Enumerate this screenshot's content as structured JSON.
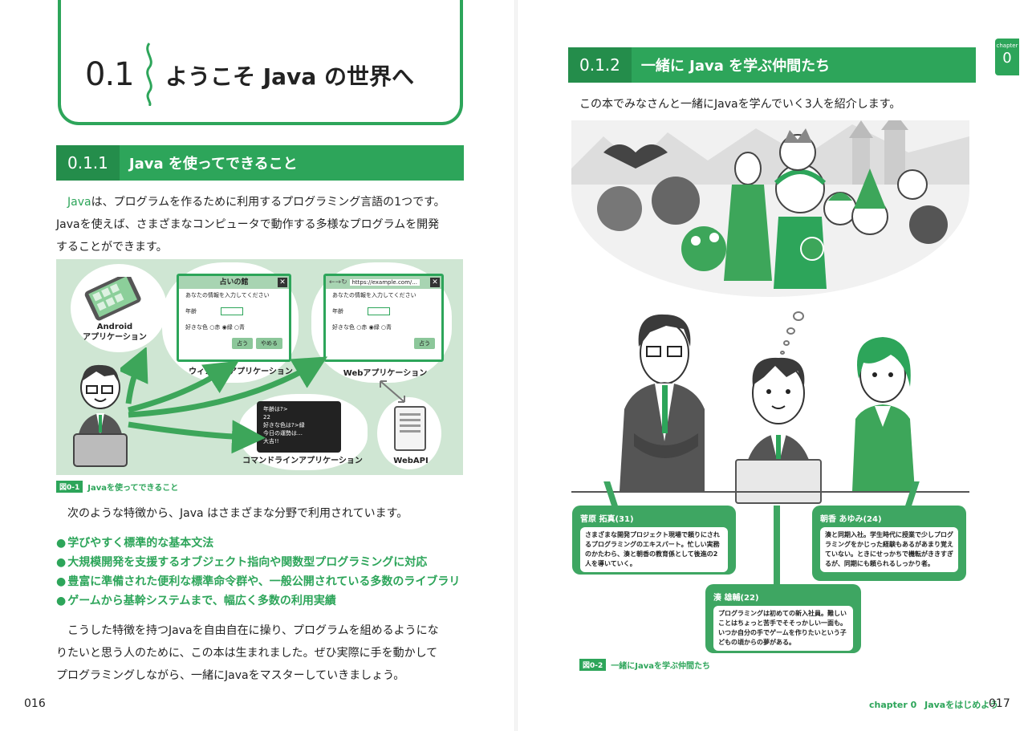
{
  "left": {
    "chapter_num": "0.1",
    "chapter_title": "ようこそ Java の世界へ",
    "section_num": "0.1.1",
    "section_title": "Java を使ってできること",
    "intro": {
      "line1_kw": "Java",
      "line1_rest": "は、プログラムを作るために利用するプログラミング言語の1つです。",
      "line2": "Javaを使えば、さまざまなコンピュータで動作する多様なプログラムを開発",
      "line3": "することができます。"
    },
    "figure": {
      "android_label": "Android\nアプリケーション",
      "window_app_label": "ウィンドウアプリケーション",
      "web_app_label": "Webアプリケーション",
      "cmd_app_label": "コマンドラインアプリケーション",
      "webapi_label": "WebAPI",
      "window": {
        "title": "占いの館",
        "close": "✕",
        "prompt": "あなたの情報を入力してください",
        "age": "年齢",
        "color": "好きな色",
        "opt_red": "赤",
        "opt_green": "緑",
        "opt_blue": "青",
        "btn_ok": "占う",
        "btn_cancel": "やめる"
      },
      "browser": {
        "url": "https://example.com/...",
        "close": "✕",
        "prompt": "あなたの情報を入力してください",
        "age": "年齢",
        "color": "好きな色",
        "opt_red": "赤",
        "opt_green": "緑",
        "opt_blue": "青",
        "btn_ok": "占う"
      },
      "terminal": [
        "年齢は?>",
        "22",
        "好きな色は?>緑",
        "今日の運勢は…",
        "大吉!!"
      ]
    },
    "caption_tag": "図0-1",
    "caption_text": "Javaを使ってできること",
    "para2": "次のような特徴から、Java はさまざまな分野で利用されています。",
    "bullets": [
      "学びやすく標準的な基本文法",
      "大規模開発を支援するオブジェクト指向や関数型プログラミングに対応",
      "豊富に準備された便利な標準命令群や、一般公開されている多数のライブラリ",
      "ゲームから基幹システムまで、幅広く多数の利用実績"
    ],
    "closing": {
      "line1": "こうした特徴を持つJavaを自由自在に操り、プログラムを組めるようにな",
      "line2": "りたいと思う人のために、この本は生まれました。ぜひ実際に手を動かして",
      "line3": "プログラミングしながら、一緒にJavaをマスターしていきましょう。"
    },
    "folio": "016"
  },
  "right": {
    "tab_word": "chapter",
    "tab_num": "0",
    "section_num": "0.1.2",
    "section_title": "一緒に Java を学ぶ仲間たち",
    "intro": "この本でみなさんと一緒にJavaを学んでいく3人を紹介します。",
    "profiles": {
      "sugawara": {
        "name": "菅原 拓真(31)",
        "desc": "さまざまな開発プロジェクト現場で頼りにされるプログラミングのエキスパート。忙しい実務のかたわら、湊と朝香の教育係として後進の2人を導いていく。"
      },
      "asaka": {
        "name": "朝香 あゆみ(24)",
        "desc": "湊と同期入社。学生時代に授業で少しプログラミングをかじった経験もあるがあまり覚えていない。ときにせっかちで機転がききすぎるが、同期にも頼られるしっかり者。"
      },
      "minato": {
        "name": "湊 雄輔(22)",
        "desc": "プログラミングは初めての新入社員。難しいことはちょっと苦手でそそっかしい一面も。いつか自分の手でゲームを作りたいという子どもの頃からの夢がある。"
      }
    },
    "caption_tag": "図0-2",
    "caption_text": "一緒にJavaを学ぶ仲間たち",
    "footer_chapter": "chapter 0",
    "footer_title": "Javaをはじめよう",
    "folio": "017"
  }
}
